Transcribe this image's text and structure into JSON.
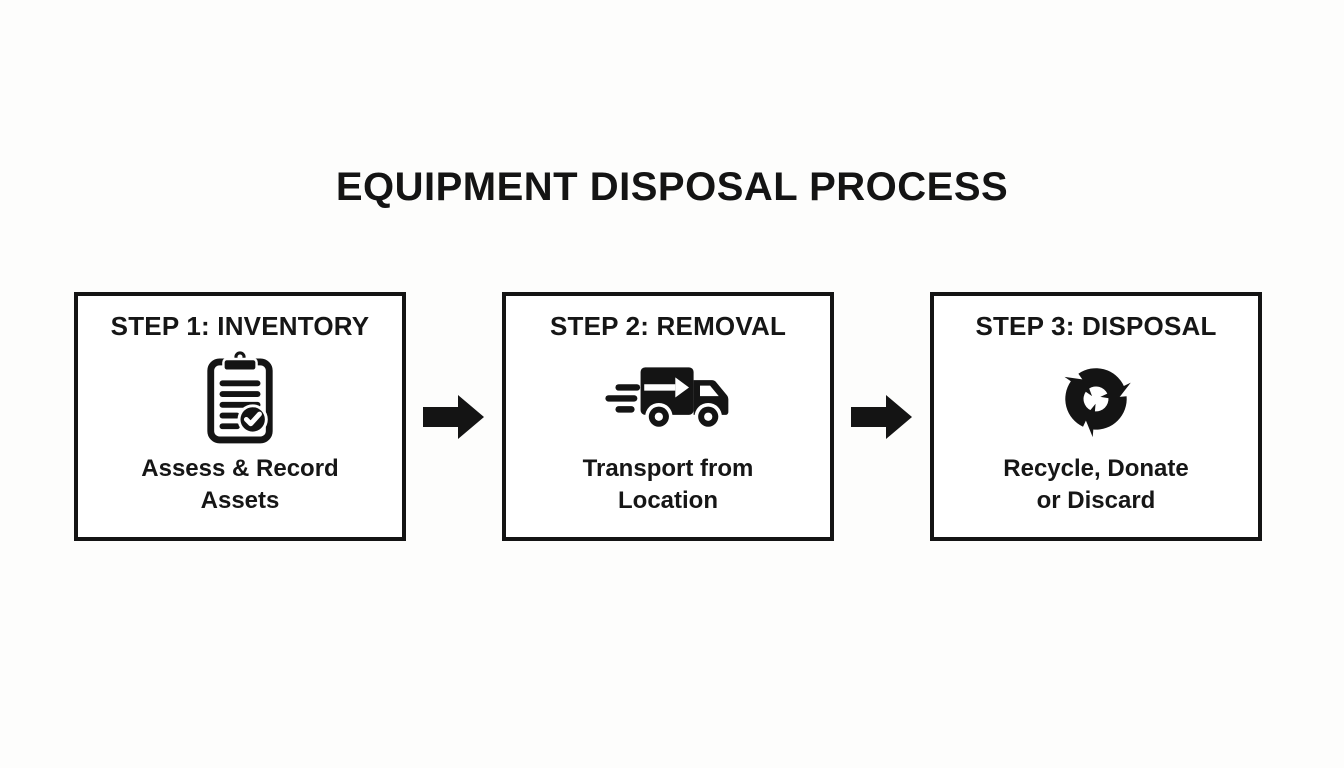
{
  "page": {
    "background": "#fdfdfc",
    "ink": "#141414",
    "box_fill": "#ffffff"
  },
  "title": "EQUIPMENT DISPOSAL PROCESS",
  "steps": [
    {
      "heading": "STEP 1: INVENTORY",
      "icon": "clipboard-check-icon",
      "caption": "Assess & Record\nAssets"
    },
    {
      "heading": "STEP 2: REMOVAL",
      "icon": "shipping-truck-icon",
      "caption": "Transport from\nLocation"
    },
    {
      "heading": "STEP 3: DISPOSAL",
      "icon": "recycle-icon",
      "caption": "Recycle, Donate\nor Discard"
    }
  ],
  "connectors": [
    {
      "icon": "arrow-right-icon"
    },
    {
      "icon": "arrow-right-icon"
    }
  ]
}
